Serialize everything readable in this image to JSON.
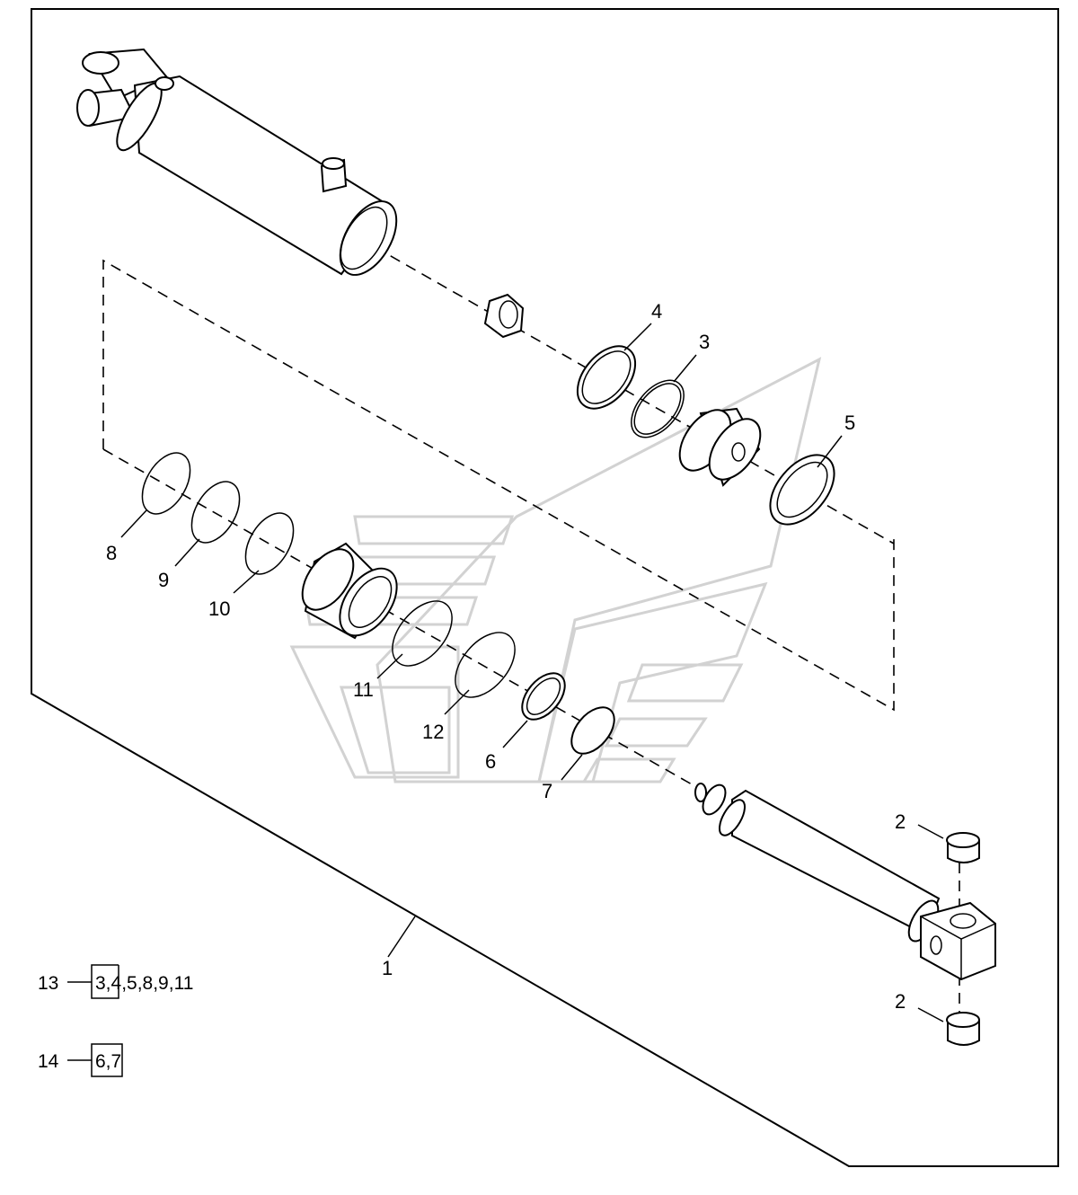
{
  "diagram": {
    "callouts": {
      "c1": "1",
      "c2a": "2",
      "c2b": "2",
      "c3": "3",
      "c4": "4",
      "c5": "5",
      "c6": "6",
      "c7": "7",
      "c8": "8",
      "c9": "9",
      "c10": "10",
      "c11": "11",
      "c12": "12"
    },
    "kits": [
      {
        "number": "13",
        "parts": "3,4,5,8,9,11"
      },
      {
        "number": "14",
        "parts": "6,7"
      }
    ]
  }
}
